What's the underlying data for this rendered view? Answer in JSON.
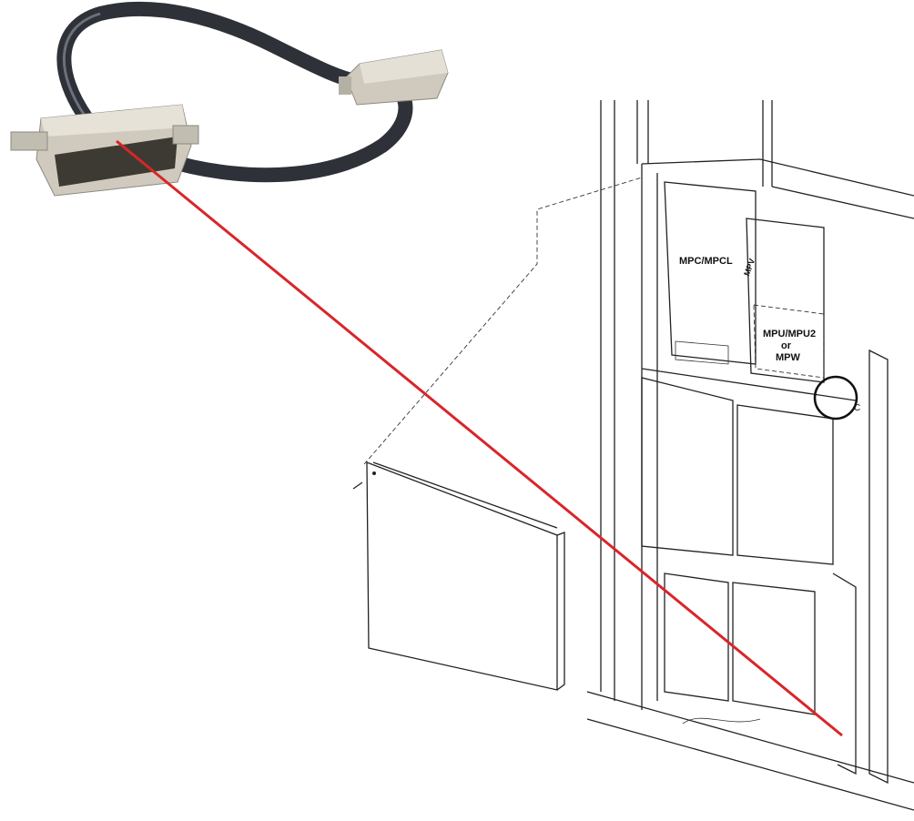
{
  "labels": {
    "mpc": "MPC/MPCL",
    "mpv": "MPV",
    "mpu_line1": "MPU/MPU2",
    "mpu_line2": "or",
    "mpu_line3": "MPW",
    "detail": "C"
  },
  "colors": {
    "connector_line": "#d9252a",
    "cable": "#2e3138",
    "connector_shell": "#cfcabd"
  }
}
